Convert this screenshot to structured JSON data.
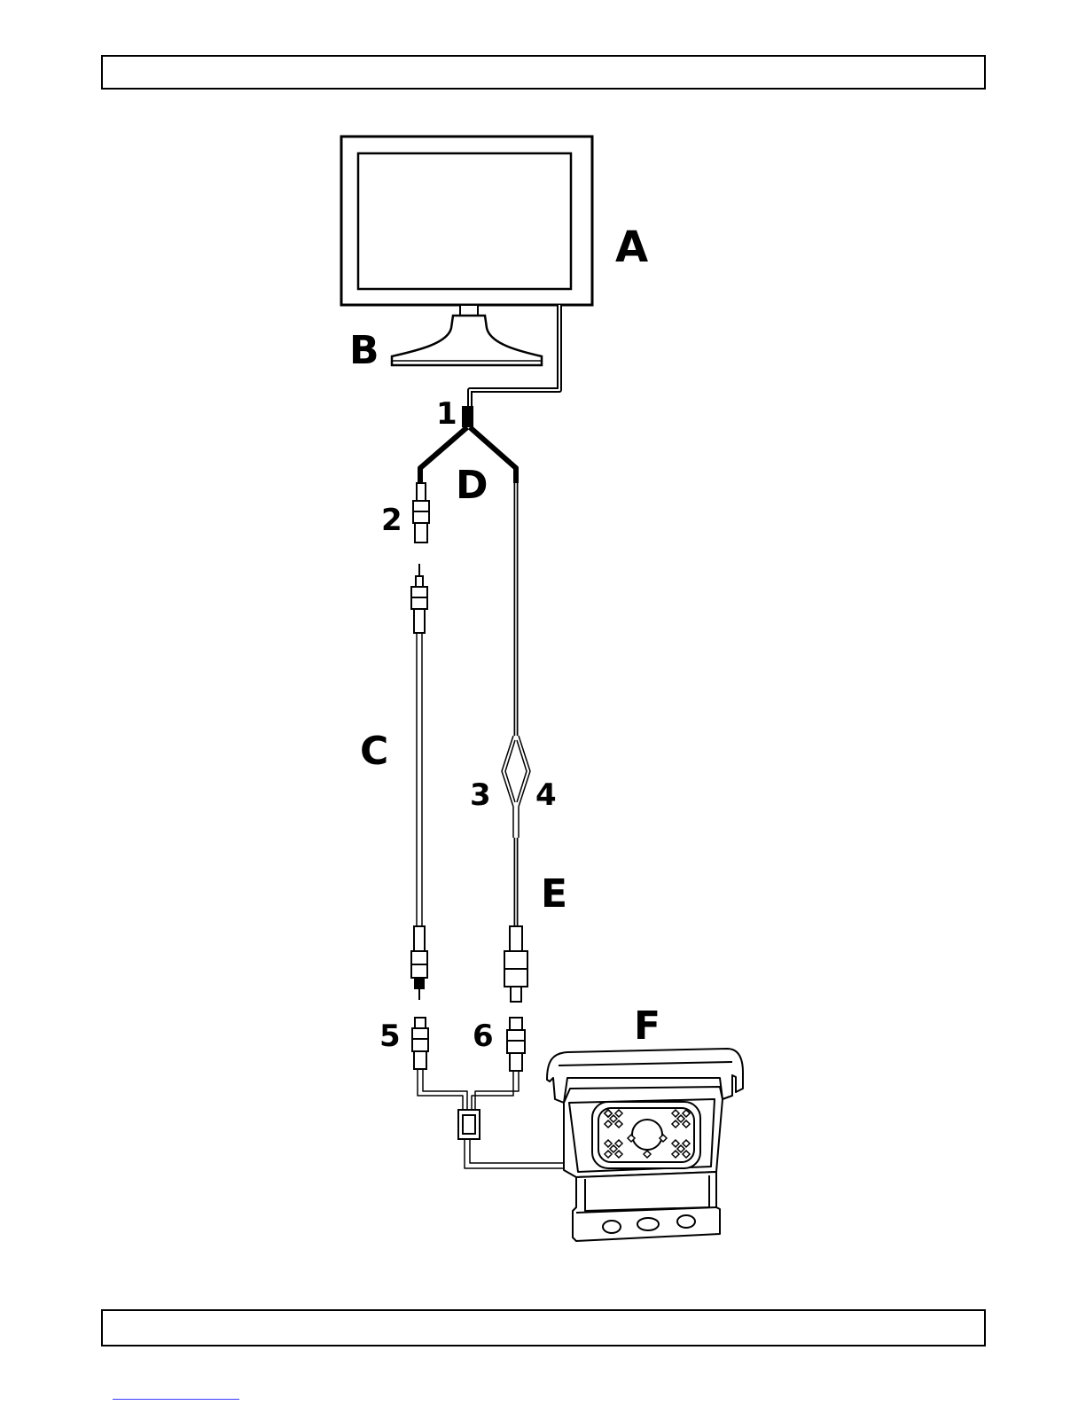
{
  "labels": {
    "A": "A",
    "B": "B",
    "C": "C",
    "D": "D",
    "E": "E",
    "F": "F",
    "n1": "1",
    "n2": "2",
    "n3": "3",
    "n4": "4",
    "n5": "5",
    "n6": "6"
  },
  "colors": {
    "line": "#000000",
    "background": "#ffffff",
    "link": "#3a3aff"
  }
}
